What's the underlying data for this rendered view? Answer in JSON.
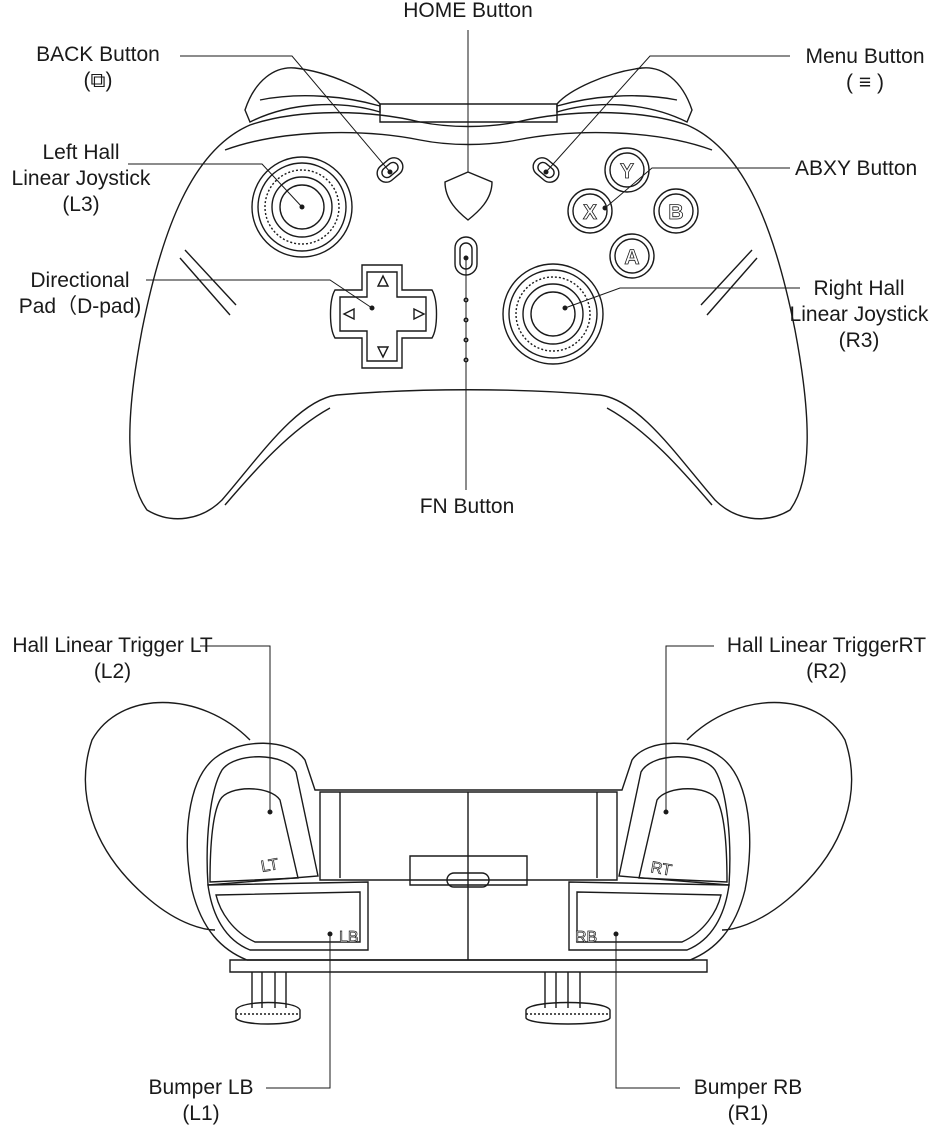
{
  "front_view": {
    "home_button": "HOME Button",
    "back_button": {
      "name": "BACK Button",
      "symbol": "(⧉)"
    },
    "menu_button": {
      "name": "Menu Button",
      "symbol": "( ≡ )"
    },
    "left_joystick": {
      "line1": "Left Hall",
      "line2": "Linear Joystick",
      "line3": "(L3)"
    },
    "abxy_button": "ABXY Button",
    "dpad": {
      "line1": "Directional",
      "line2": "Pad（D-pad)"
    },
    "right_joystick": {
      "line1": "Right Hall",
      "line2": "Linear Joystick",
      "line3": "(R3)"
    },
    "fn_button": "FN Button",
    "face_buttons": {
      "y": "Y",
      "x": "X",
      "b": "B",
      "a": "A"
    }
  },
  "top_view": {
    "left_trigger": {
      "line1": "Hall Linear Trigger LT",
      "line2": "(L2)"
    },
    "right_trigger": {
      "line1": "Hall Linear TriggerRT",
      "line2": "(R2)"
    },
    "left_bumper": {
      "line1": "Bumper LB",
      "line2": "(L1)"
    },
    "right_bumper": {
      "line1": "Bumper RB",
      "line2": "(R1)"
    },
    "marks": {
      "lt": "LT",
      "rt": "RT",
      "lb": "LB",
      "rb": "RB"
    }
  },
  "colors": {
    "line": "#1a1a1a",
    "background": "#ffffff"
  }
}
